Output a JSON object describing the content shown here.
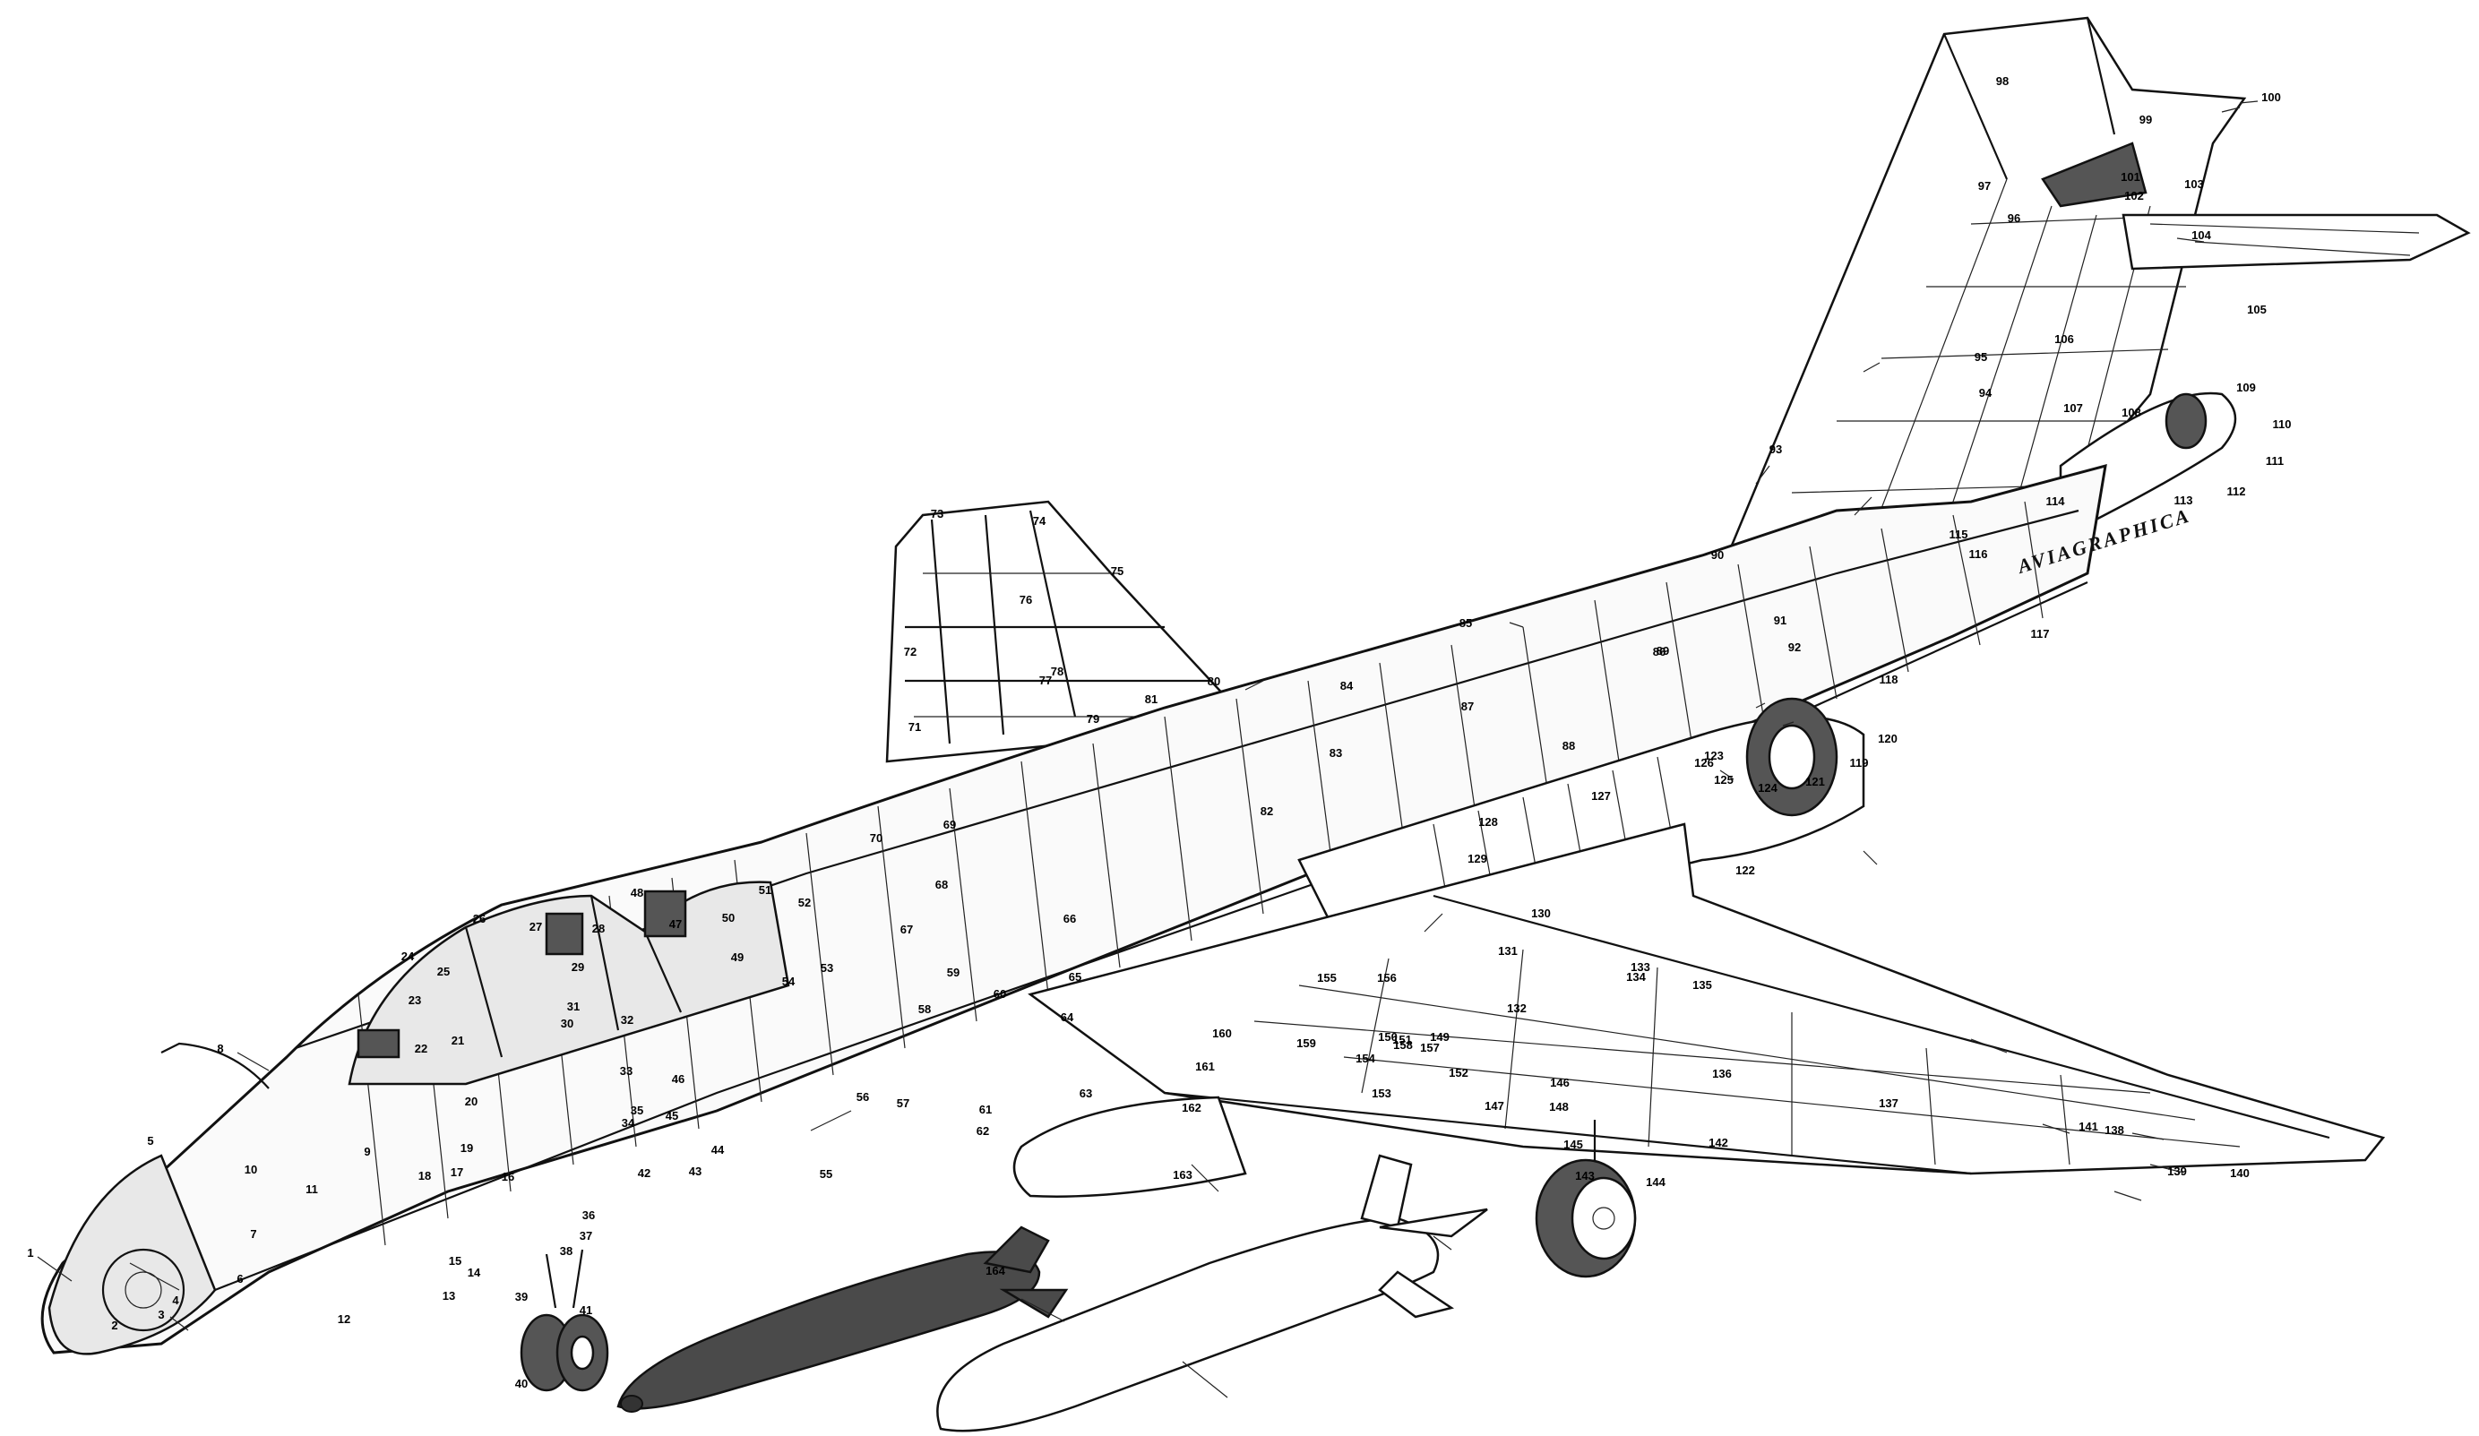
{
  "signature": "AVIAGRAPHICA",
  "labels": [
    "1",
    "2",
    "3",
    "4",
    "5",
    "6",
    "7",
    "8",
    "9",
    "10",
    "11",
    "12",
    "13",
    "14",
    "15",
    "16",
    "17",
    "18",
    "19",
    "20",
    "21",
    "22",
    "23",
    "24",
    "25",
    "26",
    "27",
    "28",
    "29",
    "30",
    "31",
    "32",
    "33",
    "34",
    "35",
    "36",
    "37",
    "38",
    "39",
    "40",
    "41",
    "42",
    "43",
    "44",
    "45",
    "46",
    "47",
    "48",
    "49",
    "50",
    "51",
    "52",
    "53",
    "54",
    "55",
    "56",
    "57",
    "58",
    "59",
    "60",
    "61",
    "62",
    "63",
    "64",
    "65",
    "66",
    "67",
    "68",
    "69",
    "70",
    "71",
    "72",
    "73",
    "74",
    "75",
    "76",
    "77",
    "78",
    "79",
    "80",
    "81",
    "82",
    "83",
    "84",
    "85",
    "86",
    "87",
    "88",
    "89",
    "90",
    "91",
    "92",
    "93",
    "94",
    "95",
    "96",
    "97",
    "98",
    "99",
    "100",
    "101",
    "102",
    "103",
    "104",
    "105",
    "106",
    "107",
    "108",
    "109",
    "110",
    "111",
    "112",
    "113",
    "114",
    "115",
    "116",
    "117",
    "118",
    "119",
    "120",
    "121",
    "122",
    "123",
    "124",
    "125",
    "126",
    "127",
    "128",
    "129",
    "130",
    "131",
    "132",
    "133",
    "134",
    "135",
    "136",
    "137",
    "138",
    "139",
    "140",
    "141",
    "142",
    "143",
    "144",
    "145",
    "146",
    "147",
    "148",
    "149",
    "150",
    "151",
    "152",
    "153",
    "154",
    "155",
    "156",
    "157",
    "158",
    "159",
    "160",
    "161",
    "162",
    "163",
    "164"
  ]
}
